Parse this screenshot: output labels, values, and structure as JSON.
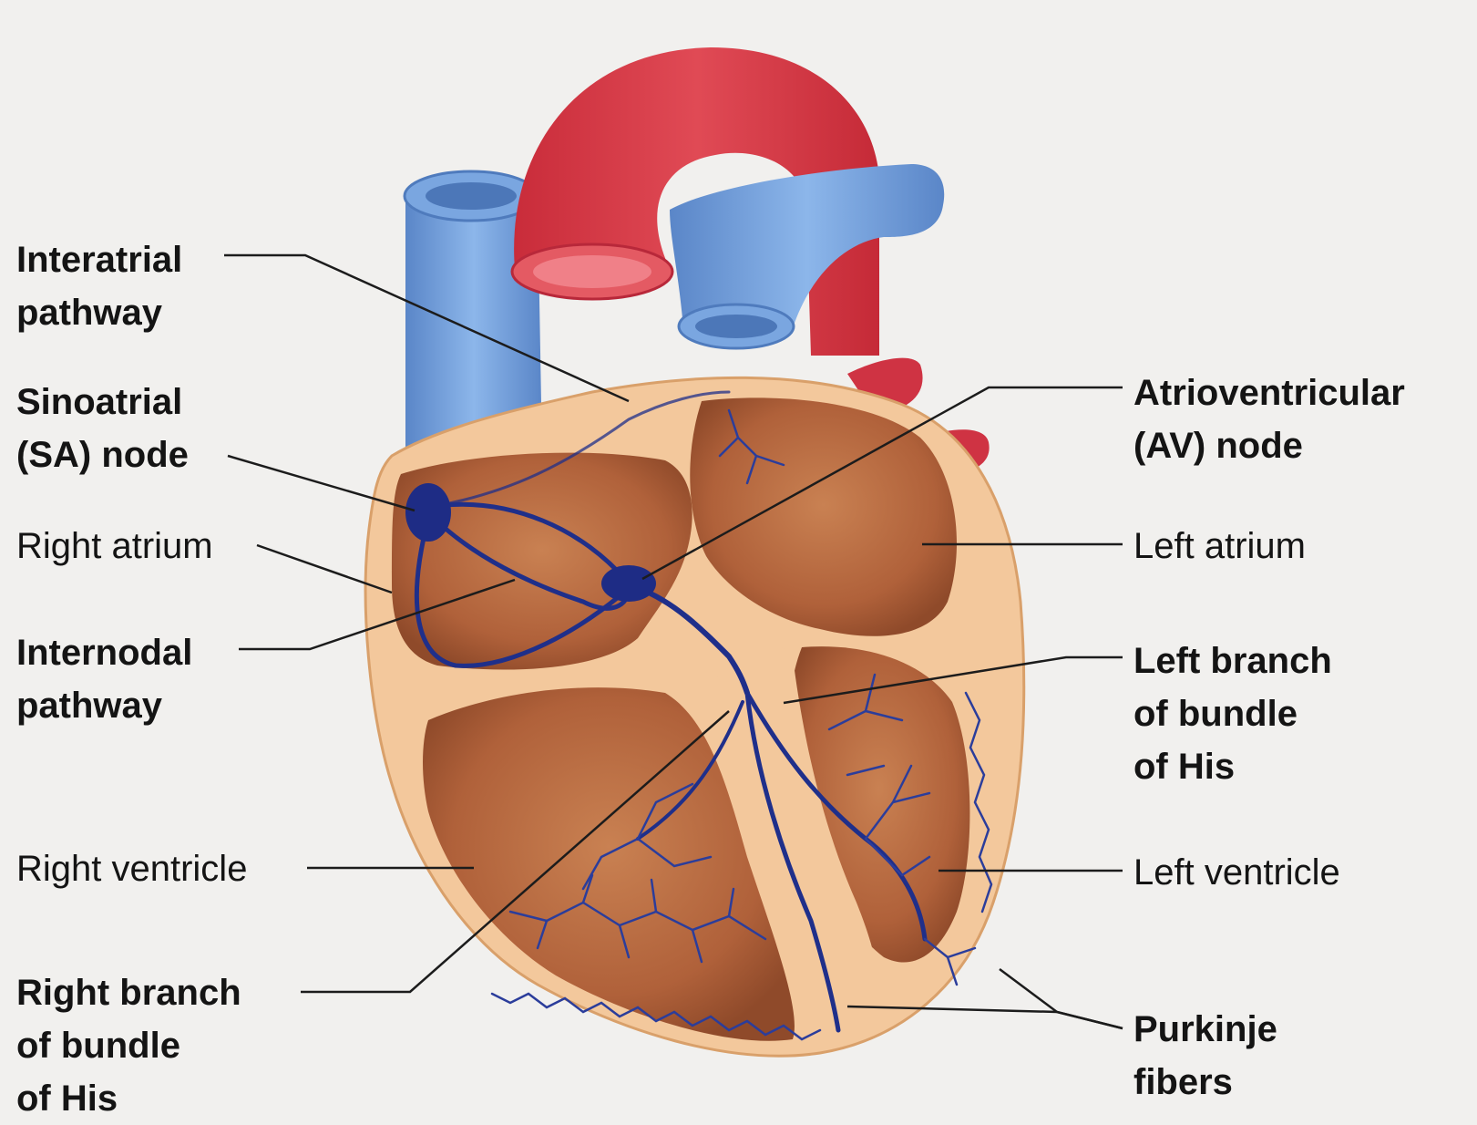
{
  "colors": {
    "background": "#f1f0ee",
    "aorta": "#d43a45",
    "vein_blue": "#6f9fdc",
    "myocardium": "#f2c79a",
    "chamber": "#b96a3c",
    "conduction": "#1f2f8a",
    "leader_line": "#1c1c1c"
  },
  "labels": {
    "interatrial": [
      "Interatrial",
      "pathway"
    ],
    "sa_node": [
      "Sinoatrial",
      "(SA) node"
    ],
    "right_atrium": [
      "Right atrium"
    ],
    "internodal": [
      "Internodal",
      "pathway"
    ],
    "right_ventricle": [
      "Right ventricle"
    ],
    "right_branch": [
      "Right branch",
      "of bundle",
      "of His"
    ],
    "av_node": [
      "Atrioventricular",
      "(AV) node"
    ],
    "left_atrium": [
      "Left atrium"
    ],
    "left_branch": [
      "Left branch",
      "of bundle",
      "of His"
    ],
    "left_ventricle": [
      "Left ventricle"
    ],
    "purkinje": [
      "Purkinje",
      "fibers"
    ]
  }
}
